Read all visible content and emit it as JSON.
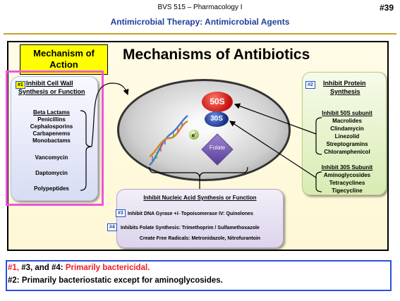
{
  "header": {
    "course": "BVS 515 – Pharmacology I",
    "slide_number": "#39",
    "title": "Antimicrobial Therapy: Antimicrobial Agents"
  },
  "diagram": {
    "moa_label": "Mechanism of Action",
    "main_title": "Mechanisms of Antibiotics",
    "cell_wall": {
      "tag": "#1",
      "heading_line1": "Inhibit Cell Wall",
      "heading_line2": "Synthesis or Function",
      "beta_lactams": "Beta Lactams",
      "items": [
        "Penicillins",
        "Cephalosporins",
        "Carbapenems",
        "Monobactams"
      ],
      "others": [
        "Vancomycin",
        "Daptomycin",
        "Polypeptides"
      ]
    },
    "protein": {
      "tag": "#2",
      "heading_line1": "Inhibit Protein",
      "heading_line2": "Synthesis",
      "sub50_heading": "Inhibit 50S subunit",
      "sub50_items": [
        "Macrolides",
        "Clindamycin",
        "Linezolid",
        "Streptogramins",
        "Chloramphenicol"
      ],
      "sub30_heading": "Inhibit 30S Subunit",
      "sub30_items": [
        "Aminoglycosides",
        "Tetracyclines",
        "Tigecycline"
      ]
    },
    "nucleic": {
      "heading": "Inhibit Nucleic Acid Synthesis or Function",
      "tag3": "#3",
      "line3": "Inhibit DNA Gyrase +/- Topoisomerase IV: Quinolones",
      "tag4": "#4",
      "line4": "Inhibits Folate Synthesis: Trimethoprim / Sulfamethoxazole",
      "line5": "Create Free Radicals: Metronidazole, Nitrofurantoin"
    },
    "cell": {
      "ribosome_50s": "50S",
      "ribosome_30s": "30S",
      "electron": "e",
      "electron_sup": "-",
      "folate": "Folate"
    }
  },
  "footer": {
    "line1_part1": "#1, ",
    "line1_part2": "#3, and #4: ",
    "line1_part3": "Primarily bactericidal.",
    "line2": "#2: Primarily bacteriostatic except for aminoglycosides."
  },
  "colors": {
    "title_blue": "#1f3f99",
    "highlight_yellow": "#ffff00",
    "magenta_border": "#ee55dd",
    "footer_border": "#2a50e0",
    "bactericidal_red": "#ee1c1c"
  }
}
